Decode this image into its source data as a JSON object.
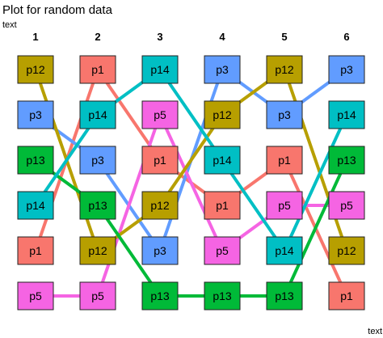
{
  "chart_data": {
    "type": "bump",
    "title": "Plot for random data",
    "subtitle": "text",
    "caption": "text",
    "columns": [
      "1",
      "2",
      "3",
      "4",
      "5",
      "6"
    ],
    "series": [
      {
        "name": "p1",
        "color": "#F8766D",
        "ranks": [
          5,
          1,
          3,
          4,
          3,
          6
        ]
      },
      {
        "name": "p3",
        "color": "#619CFF",
        "ranks": [
          2,
          3,
          5,
          1,
          2,
          1
        ]
      },
      {
        "name": "p5",
        "color": "#F564E3",
        "ranks": [
          6,
          6,
          2,
          5,
          4,
          4
        ]
      },
      {
        "name": "p12",
        "color": "#B79F00",
        "ranks": [
          1,
          5,
          4,
          2,
          1,
          5
        ]
      },
      {
        "name": "p13",
        "color": "#00BA38",
        "ranks": [
          3,
          4,
          6,
          6,
          6,
          3
        ]
      },
      {
        "name": "p14",
        "color": "#00BFC4",
        "ranks": [
          4,
          2,
          1,
          3,
          5,
          2
        ]
      }
    ],
    "rank_count": 6
  }
}
